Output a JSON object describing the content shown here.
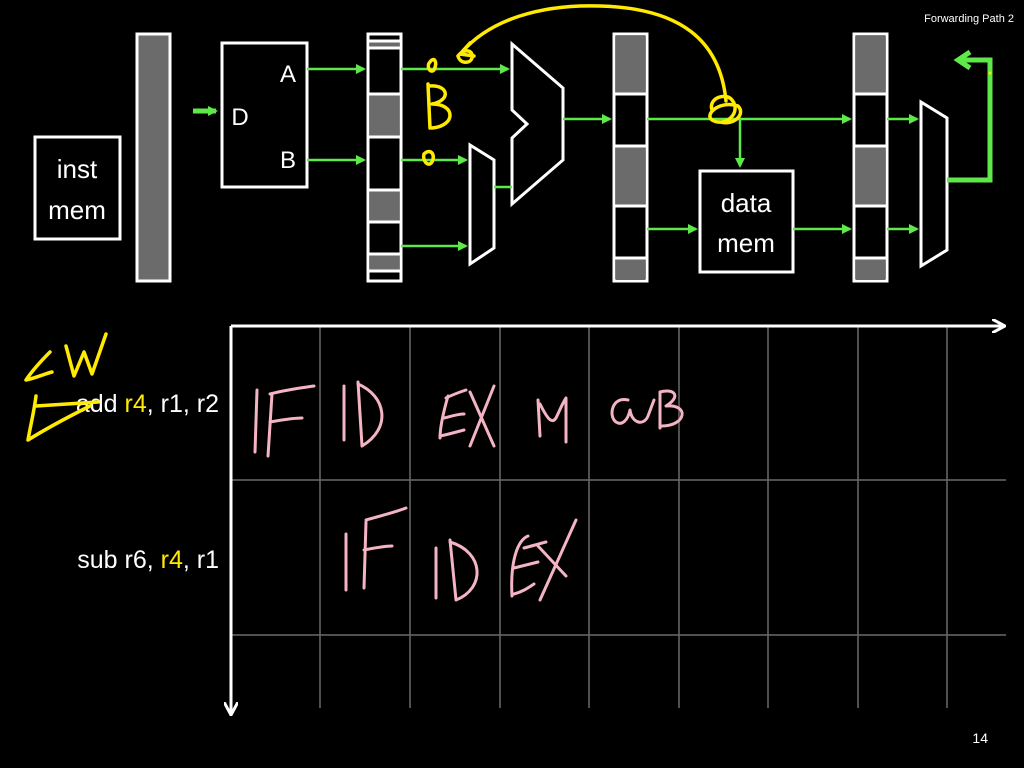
{
  "slide": {
    "title": "Forwarding Path 2",
    "page_number": "14"
  },
  "pipeline": {
    "inst_mem": [
      "inst",
      "mem"
    ],
    "regfile": {
      "port_a": "A",
      "port_b": "B",
      "port_d": "D"
    },
    "data_mem": [
      "data",
      "mem"
    ]
  },
  "instructions": [
    {
      "op": "add",
      "dest": "r4",
      "sep1": ", ",
      "rest": "r1, r2",
      "annotation": "LW"
    },
    {
      "op": "sub",
      "pre": "r6, ",
      "hl": "r4",
      "post": ", r1"
    }
  ],
  "stages": {
    "row1": [
      "IF",
      "ID",
      "EX",
      "M",
      "WB"
    ],
    "row2": [
      "IF",
      "ID",
      "EX"
    ]
  },
  "colors": {
    "background": "#000000",
    "wire": "#5fe84a",
    "highlight": "#ffea00",
    "handwriting": "#f4b4c4",
    "latch_fill": "#6b6b6b"
  }
}
